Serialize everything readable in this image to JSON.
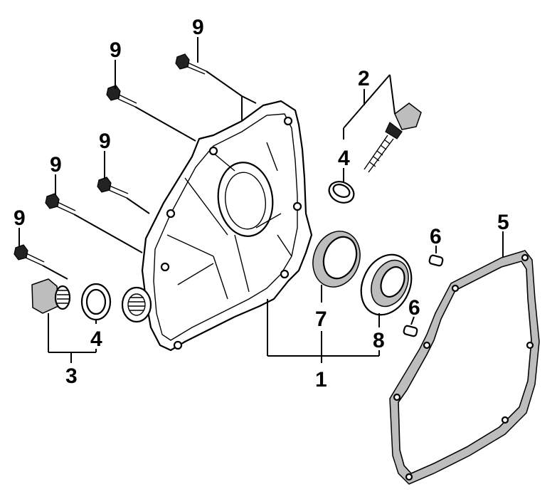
{
  "labels": {
    "bolt_a": "9",
    "bolt_b": "9",
    "bolt_c": "9",
    "bolt_d": "9",
    "bolt_e": "9",
    "dipstick": "2",
    "dipstick_washer": "4",
    "drain_washer": "4",
    "drain_plug": "3",
    "gasket": "5",
    "dowel_top": "6",
    "dowel_bottom": "6",
    "oil_seal": "7",
    "bearing": "8",
    "cover": "1"
  }
}
